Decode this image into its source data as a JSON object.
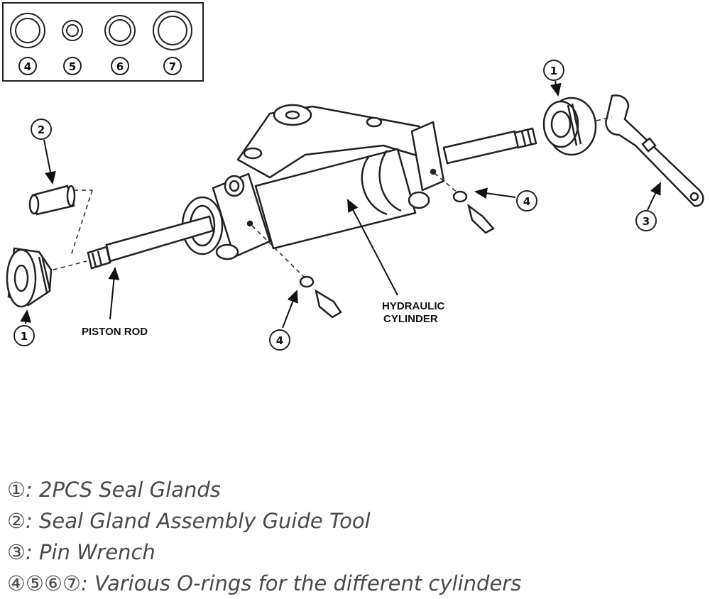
{
  "inset": {
    "rings": [
      {
        "number": "4"
      },
      {
        "number": "5"
      },
      {
        "number": "6"
      },
      {
        "number": "7"
      }
    ]
  },
  "callouts": {
    "seal_gland_left": "1",
    "seal_gland_right": "1",
    "guide_tool": "2",
    "pin_wrench": "3",
    "fitting_lower": "4",
    "fitting_upper": "4"
  },
  "labels": {
    "piston_rod": "PISTON ROD",
    "hydraulic_line1": "HYDRAULIC",
    "hydraulic_line2": "CYLINDER"
  },
  "legend": [
    {
      "marker": "①",
      "text": ": 2PCS Seal Glands"
    },
    {
      "marker": "②",
      "text": ": Seal Gland Assembly Guide Tool"
    },
    {
      "marker": "③",
      "text": ": Pin Wrench"
    },
    {
      "marker": "④⑤⑥⑦",
      "text": ": Various O-rings for the different cylinders"
    }
  ]
}
